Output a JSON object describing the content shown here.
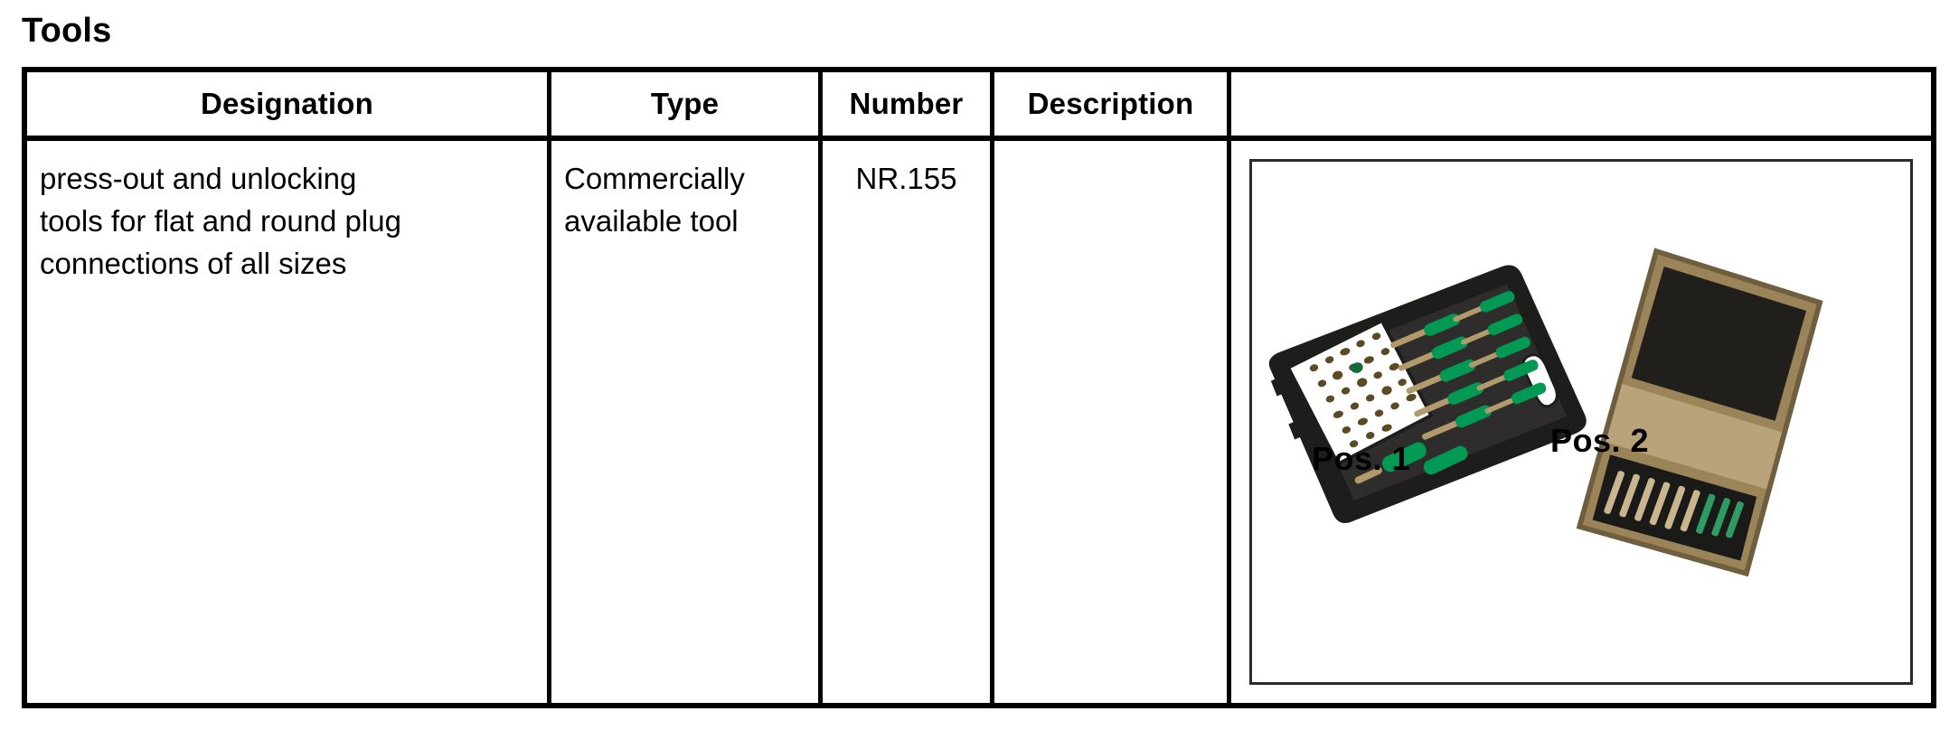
{
  "page": {
    "title": "Tools"
  },
  "table": {
    "columns": [
      {
        "key": "designation",
        "label": "Designation"
      },
      {
        "key": "type",
        "label": "Type"
      },
      {
        "key": "number",
        "label": "Number"
      },
      {
        "key": "description",
        "label": "Description"
      },
      {
        "key": "image",
        "label": ""
      }
    ],
    "rows": [
      {
        "designation": "press-out and unlocking\ntools for flat and round plug\nconnections of all sizes",
        "type": "Commercially\navailable tool",
        "number": "NR.155",
        "description": "",
        "image": {
          "items": [
            {
              "label": "Pos. 1",
              "icon": "black-tool-case-icon"
            },
            {
              "label": "Pos. 2",
              "icon": "tan-tool-case-icon"
            }
          ]
        }
      }
    ]
  },
  "colors": {
    "border": "#000000",
    "case_black": "#1d1d1b",
    "case_black_inner": "#2e2d2b",
    "handle_green": "#009a54",
    "handle_green_dark": "#007a43",
    "shank_tan": "#b39a6d",
    "case_tan": "#9b8459",
    "case_tan_light": "#b8a37a",
    "case_tan_dark": "#6f5f3e",
    "lid_dark": "#211f1c",
    "page_background": "#ffffff"
  }
}
